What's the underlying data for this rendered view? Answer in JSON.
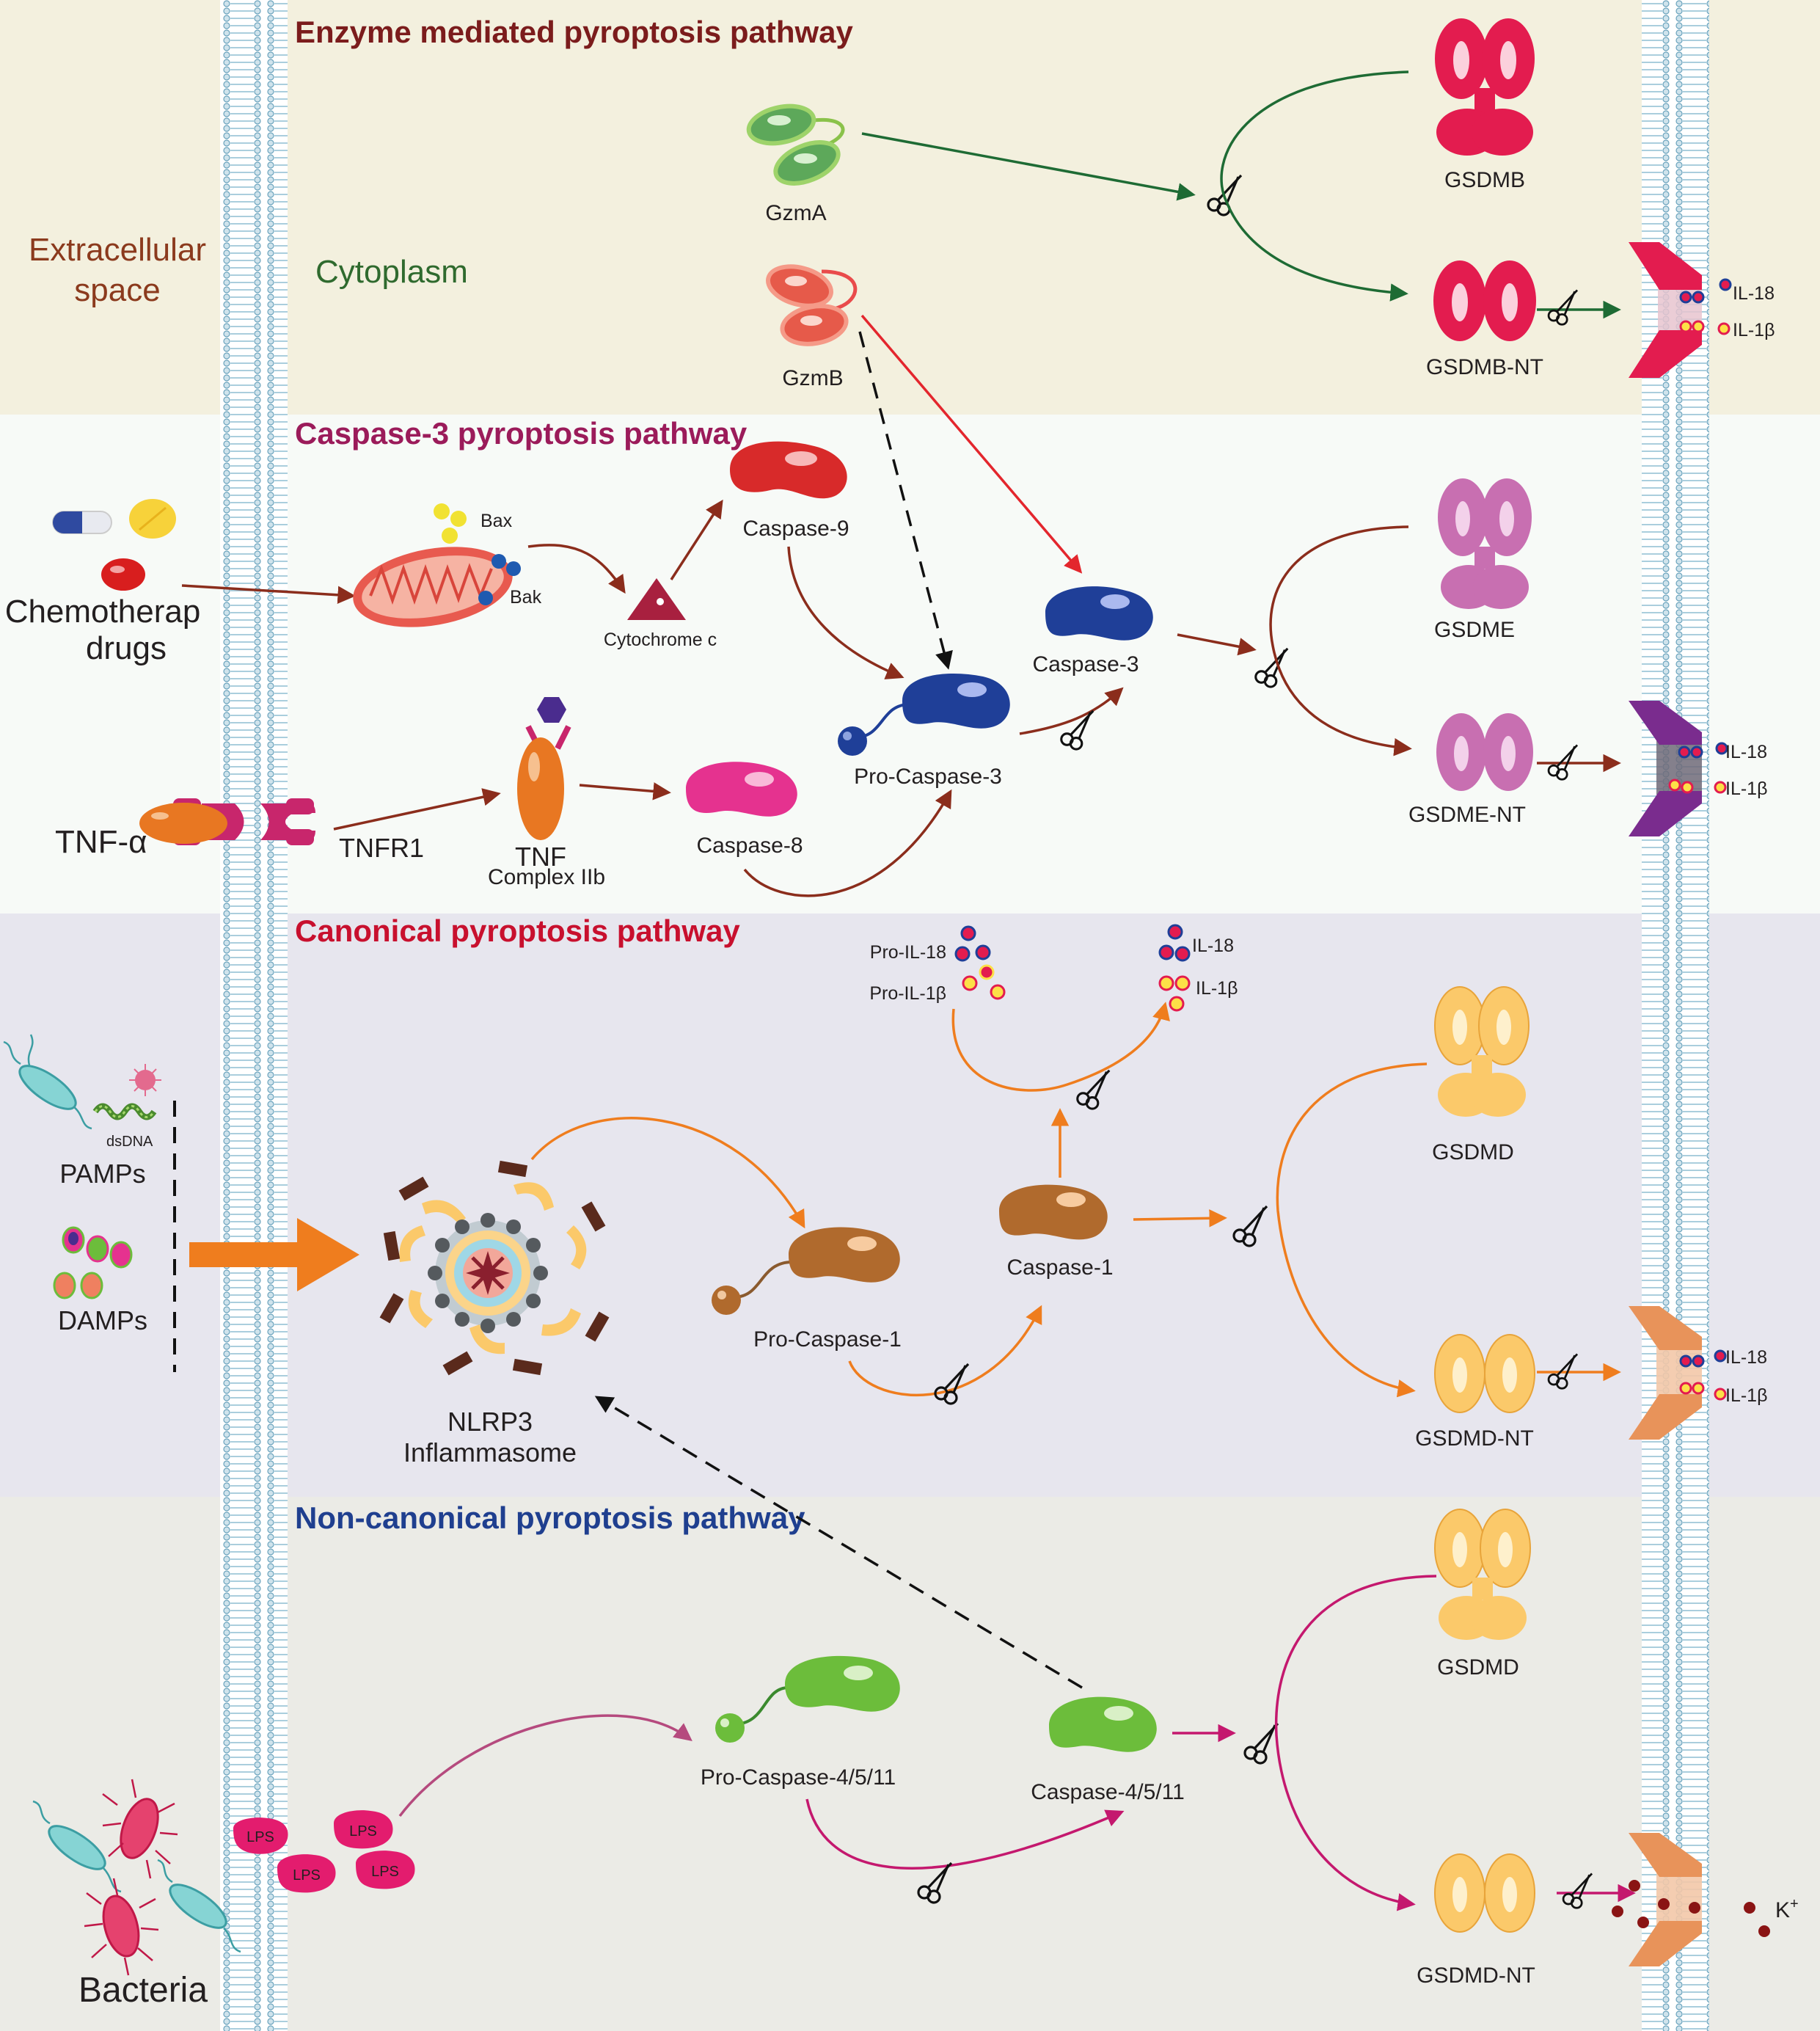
{
  "panels": {
    "enzyme": {
      "title": "Enzyme mediated pyroptosis pathway",
      "color": "#7b1c1c"
    },
    "caspase3": {
      "title": "Caspase-3 pyroptosis pathway",
      "color": "#9b1b5a"
    },
    "canonical": {
      "title": "Canonical pyroptosis pathway",
      "color": "#c8102e"
    },
    "noncanonical": {
      "title": "Non-canonical pyroptosis pathway",
      "color": "#1f3f8f"
    }
  },
  "regions": {
    "extracellular_line1": "Extracellular",
    "extracellular_line2": "space",
    "cytoplasm": "Cytoplasm"
  },
  "enzyme": {
    "gzma": "GzmA",
    "gzmb": "GzmB",
    "gsdmb": "GSDMB",
    "gsdmb_nt": "GSDMB-NT",
    "il18": "IL-18",
    "il1b": "IL-1β"
  },
  "caspase3": {
    "chemo_line1": "Chemotherap",
    "chemo_line2": "drugs",
    "bax": "Bax",
    "bak": "Bak",
    "cytochrome_c": "Cytochrome c",
    "caspase9": "Caspase-9",
    "caspase3": "Caspase-3",
    "pro_caspase3": "Pro-Caspase-3",
    "tnf_alpha": "TNF-α",
    "tnfr1": "TNFR1",
    "tnf_complex_line1": "TNF",
    "tnf_complex_line2": "Complex IIb",
    "caspase8": "Caspase-8",
    "gsdme": "GSDME",
    "gsdme_nt": "GSDME-NT",
    "il18": "IL-18",
    "il1b": "IL-1β"
  },
  "canonical": {
    "dsdna": "dsDNA",
    "pamps": "PAMPs",
    "damps": "DAMPs",
    "nlrp3_line1": "NLRP3",
    "nlrp3_line2": "Inflammasome",
    "pro_caspase1": "Pro-Caspase-1",
    "caspase1": "Caspase-1",
    "pro_il18": "Pro-IL-18",
    "pro_il1b": "Pro-IL-1β",
    "il18_released": "IL-18",
    "il1b_released": "IL-1β",
    "gsdmd": "GSDMD",
    "gsdmd_nt": "GSDMD-NT",
    "il18": "IL-18",
    "il1b": "IL-1β"
  },
  "noncanonical": {
    "lps": "LPS",
    "bacteria": "Bacteria",
    "pro_caspase4511": "Pro-Caspase-4/5/11",
    "caspase4511": "Caspase-4/5/11",
    "gsdmd": "GSDMD",
    "gsdmd_nt": "GSDMD-NT",
    "k_ion": "K",
    "k_charge": "+"
  },
  "colors": {
    "enzyme_bg": "#f3f0de",
    "caspase3_bg": "#f7faf7",
    "canonical_bg": "#e7e6ee",
    "noncanonical_bg": "#ebebe6",
    "green_arrow": "#1e6b34",
    "red_arrow": "#e3262d",
    "brown_arrow": "#8b2d1c",
    "orange_arrow": "#ef7d1e",
    "magenta_arrow": "#c4186e",
    "gsdmb": "#e31c4f",
    "gsdme": "#c86fb1",
    "gsdmd": "#fbc96a",
    "caspase3": "#1f3f98",
    "caspase1": "#b06a2d",
    "caspase4511": "#6cbd3b"
  }
}
